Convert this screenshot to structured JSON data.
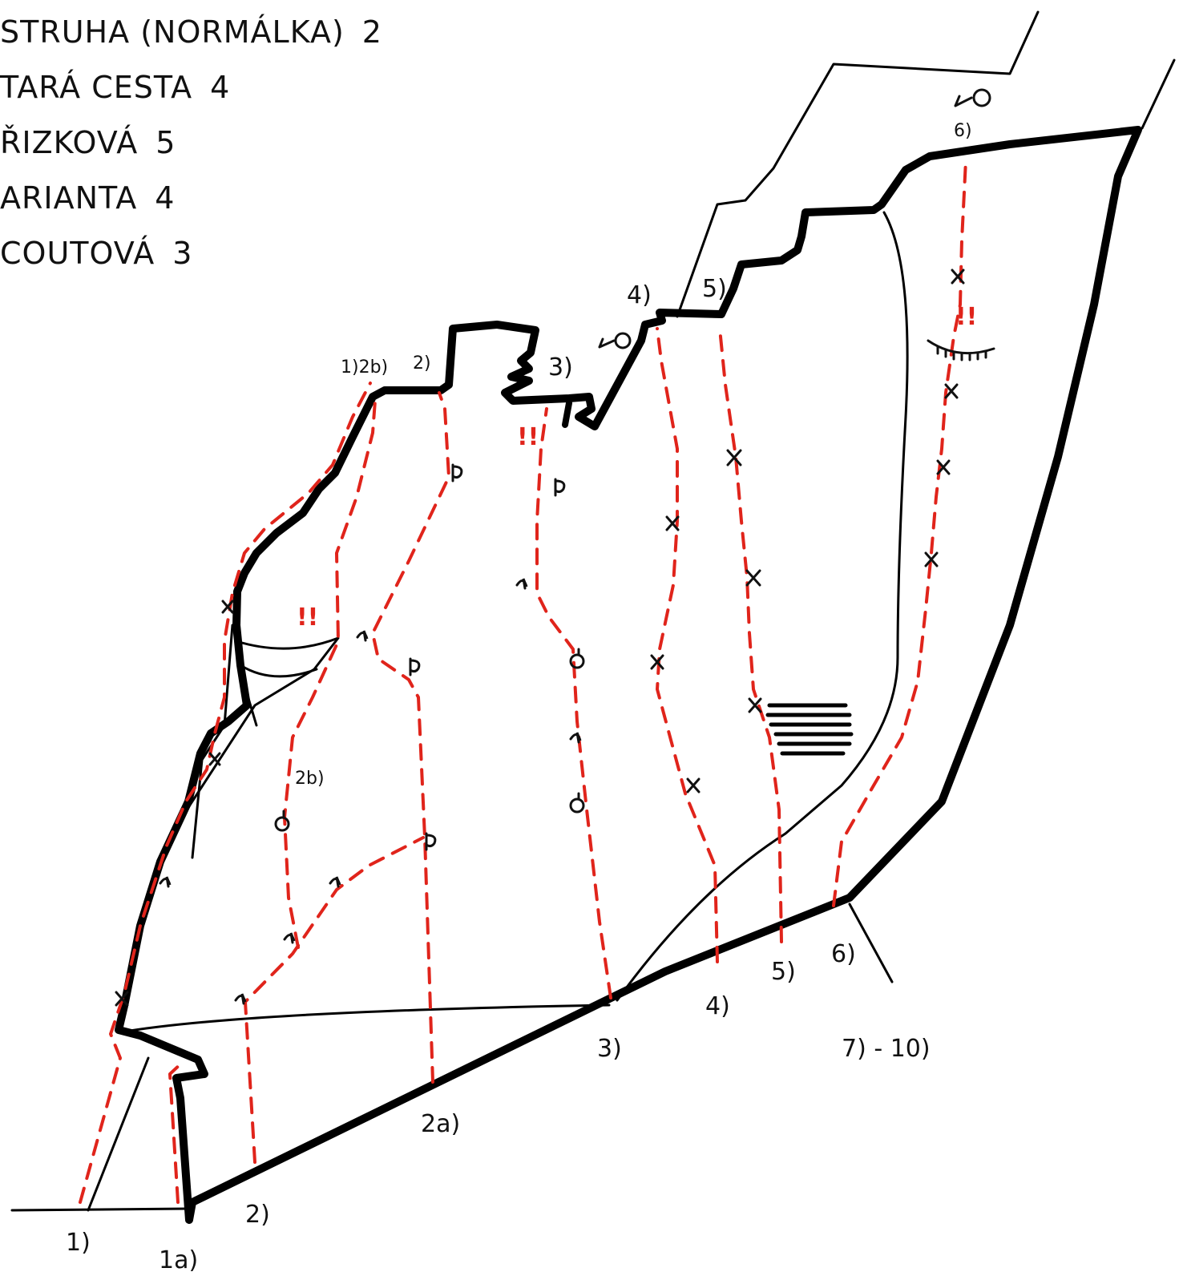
{
  "legend": [
    {
      "name": "STRUHA (NORMÁLKA)",
      "grade": "2"
    },
    {
      "name": "TARÁ CESTA",
      "grade": "4"
    },
    {
      "name": "ŘIZKOVÁ",
      "grade": "5"
    },
    {
      "name": "ARIANTA",
      "grade": "4"
    },
    {
      "name": "COUTOVÁ",
      "grade": "3"
    }
  ],
  "start_labels": {
    "r1": "1)",
    "r1a": "1a)",
    "r2": "2)",
    "r2a": "2a)",
    "r3": "3)",
    "r4": "4)",
    "r5": "5)",
    "r6": "6)",
    "r7_10": "7) - 10)"
  },
  "top_labels": {
    "r1_2b": "1)2b)",
    "r2": "2)",
    "r3": "3)",
    "r4": "4)",
    "r5": "5)",
    "r6": "6)"
  },
  "mid_labels": {
    "r2b": "2b)"
  },
  "warning_mark": "!!",
  "colors": {
    "route": "#e0241b",
    "rock": "#000000"
  }
}
